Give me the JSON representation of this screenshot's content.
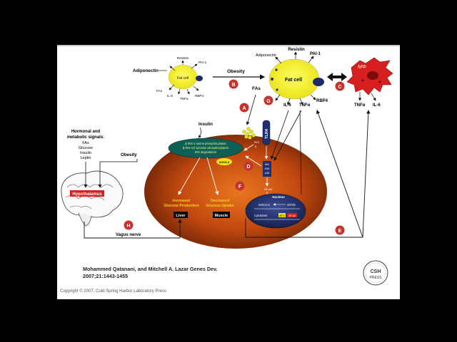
{
  "labels": {
    "adiponectin_small": "Adiponectin",
    "resistin_small": "Resistin",
    "pai1_small": "PAI-1",
    "fas_small": "FAs",
    "il6_small": "IL-6",
    "tnfa_small": "TNFα",
    "rbp4_small": "RBP4",
    "fatcell_small": "Fat cell",
    "obesity_top": "Obesity",
    "adiponectin_large": "Adiponectin",
    "resistin_large": "Resistin",
    "pai1_large": "PAI-1",
    "fatcell_large": "Fat cell",
    "fas_large": "FAs",
    "il6_large": "IL-6",
    "tnfa_large": "TNFα",
    "rbp4_large": "RBP4",
    "macrophage": "MΦ",
    "mac_tnfa": "TNFα",
    "mac_il6": "IL-6",
    "tlr4": "TLR4",
    "insulin": "Insulin",
    "hormonal_1": "Hormonal and",
    "hormonal_2": "metabolic signals:",
    "hormonal_fas": "FAs",
    "hormonal_glucose": "Glucose",
    "hormonal_insulin": "Insulin",
    "hormonal_leptin": "Leptin",
    "obesity_left": "Obesity",
    "hypothalamus": "Hypothalamus",
    "irs_1": "ϕ IRS-1 serine phosphorylation",
    "irs_2": "ϕ IRS-1/2 tyrosine phosphorylation",
    "irs_3": "IRS degradation",
    "socs3_small": "SOCS-3",
    "pkc": "PKC",
    "pkc_sub": "θ",
    "ikk": "IKK",
    "jnk": "JNK",
    "p38": "p38",
    "nfkb_cyt": "NF-κB",
    "increased_1": "Increased",
    "increased_2": "Glucose Production",
    "decreased_1": "Decreased",
    "decreased_2": "Glucose Uptake",
    "liver": "Liver",
    "muscle": "Muscle",
    "nucleus": "Nucleus",
    "nuc_socs3": "SOCS-3",
    "nuc_stats": "STATs",
    "nuc_cytokines": "Cytokines",
    "nuc_nfkb": "NF-κB",
    "nuc_ap1": "AP-1",
    "vagus": "Vagus nerve",
    "badge_a": "A",
    "badge_b": "B",
    "badge_c": "C",
    "badge_d": "D",
    "badge_e": "E",
    "badge_f": "F",
    "badge_g": "G",
    "badge_h": "H",
    "csh_1": "CSH",
    "csh_2": "PRESS"
  },
  "citation": {
    "line1": "Mohammed Qatanani, and Mitchell A. Lazar Genes Dev.",
    "line2": "2007;21:1443-1455"
  },
  "copyright": "Copyright © 2007, Cold Spring Harbor Laboratory Press",
  "colors": {
    "badge": "#c7332b",
    "fat_cell": "#f2ee1c",
    "macrophage": "#d81f1f",
    "nucleus": "#1a2a68",
    "cell_dark": "#6e2106",
    "cell_light": "#e6721e",
    "irs_band": "#0e5f56"
  }
}
